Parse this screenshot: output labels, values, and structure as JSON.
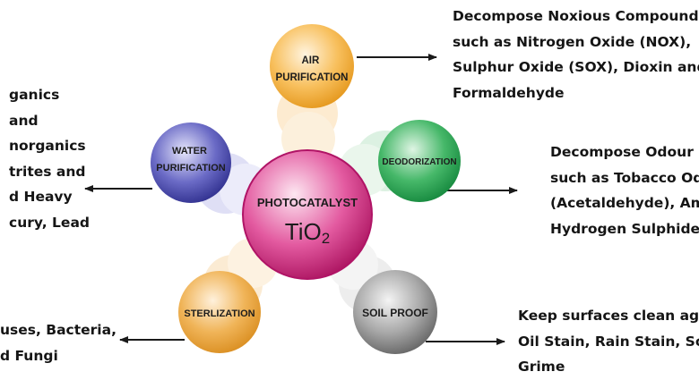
{
  "center": {
    "label": "PHOTOCATALYST",
    "formula": "TiO",
    "subscript": "2",
    "color": "#c81a74"
  },
  "nodes": [
    {
      "id": "air",
      "label_lines": [
        "AIR",
        "PURIFICATION"
      ],
      "color": "#f2a72d",
      "icon": "yellow-sphere"
    },
    {
      "id": "deodor",
      "label_lines": [
        "DEODORIZATION"
      ],
      "color": "#1e9b49",
      "icon": "green-sphere"
    },
    {
      "id": "soil",
      "label_lines": [
        "SOIL PROOF"
      ],
      "color": "#7d7d7d",
      "icon": "gray-sphere"
    },
    {
      "id": "steril",
      "label_lines": [
        "STERLIZATION"
      ],
      "color": "#e29a30",
      "icon": "orange-sphere"
    },
    {
      "id": "water",
      "label_lines": [
        "WATER",
        "PURIFICATION"
      ],
      "color": "#3f3f9f",
      "icon": "blue-sphere"
    }
  ],
  "descriptions": {
    "air": [
      "Decompose Noxious Compound",
      "such as Nitrogen Oxide (NOX),",
      "Sulphur Oxide (SOX), Dioxin and",
      "Formaldehyde"
    ],
    "deodor": [
      "Decompose Odour",
      "such as Tobacco Od",
      "(Acetaldehyde), Am",
      "Hydrogen Sulphide"
    ],
    "soil": [
      "Keep surfaces clean aga",
      "Oil Stain, Rain Stain, Soo",
      "Grime"
    ],
    "steril": [
      "uses, Bacteria,",
      "d Fungi"
    ],
    "water": [
      "ganics",
      "and",
      "norganics",
      "trites and",
      "d Heavy",
      "cury, Lead"
    ]
  },
  "arrow_color": "#1a1a1a"
}
